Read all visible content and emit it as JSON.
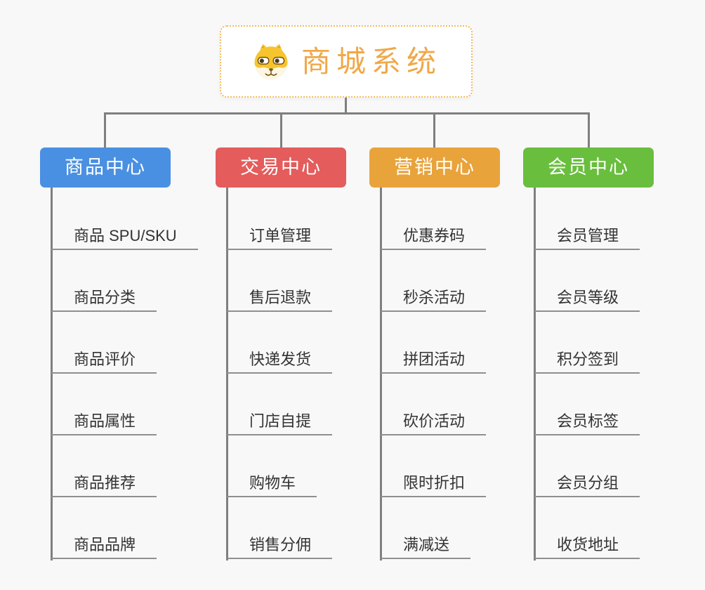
{
  "root": {
    "title": "商城系统",
    "icon": "shiba-dog-icon"
  },
  "branches": [
    {
      "label": "商品中心",
      "color": "#4A90E2",
      "items": [
        "商品 SPU/SKU",
        "商品分类",
        "商品评价",
        "商品属性",
        "商品推荐",
        "商品品牌"
      ]
    },
    {
      "label": "交易中心",
      "color": "#E45C5C",
      "items": [
        "订单管理",
        "售后退款",
        "快递发货",
        "门店自提",
        "购物车",
        "销售分佣"
      ]
    },
    {
      "label": "营销中心",
      "color": "#E9A33B",
      "items": [
        "优惠券码",
        "秒杀活动",
        "拼团活动",
        "砍价活动",
        "限时折扣",
        "满减送"
      ]
    },
    {
      "label": "会员中心",
      "color": "#69BE3E",
      "items": [
        "会员管理",
        "会员等级",
        "积分签到",
        "会员标签",
        "会员分组",
        "收货地址"
      ]
    }
  ],
  "style_colors": {
    "background": "#f8f8f8",
    "connector_gray": "#7f7f7f",
    "leaf_underline_gray": "#8f8f8f",
    "leaf_text": "#333333",
    "root_border_orange": "#F3BC5C",
    "root_title_orange": "#F0A848"
  }
}
